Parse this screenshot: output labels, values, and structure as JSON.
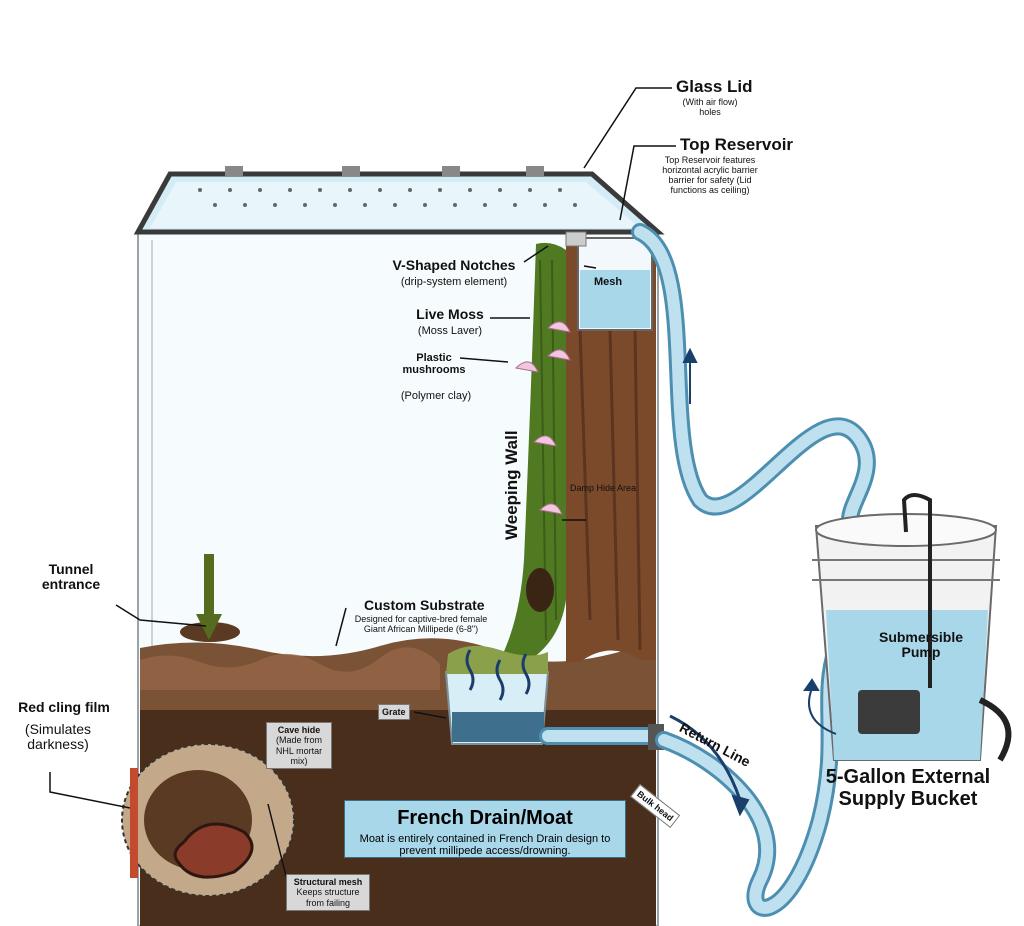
{
  "labels": {
    "glass_lid": "Glass Lid",
    "glass_lid_note": "(With air flow) holes",
    "top_reservoir": "Top Reservoir",
    "top_reservoir_note": "Top Reservoir features horizontal acrylic barrier barrier for safety (Lid functions as ceiling)",
    "v_notches": "V-Shaped Notches",
    "v_notches_note": "(drip-system element)",
    "mesh": "Mesh",
    "live_moss": "Live Moss",
    "live_moss_note": "(Moss Laver)",
    "plastic_mushrooms": "Plastic mushrooms",
    "plastic_mushrooms_note": "(Polymer clay)",
    "weeping_wall": "Weeping Wall",
    "damp_hide": "Damp Hide Area",
    "tunnel_entrance": "Tunnel entrance",
    "custom_substrate": "Custom Substrate",
    "custom_substrate_note": "Designed for captive-bred female Giant African Millipede (6-8\")",
    "grate": "Grate",
    "red_cling": "Red cling film",
    "red_cling_note": "(Simulates darkness)",
    "cave_hide": "Cave hide",
    "cave_hide_note": "(Made from NHL mortar mix)",
    "structural_mesh": "Structural mesh",
    "structural_mesh_note": "Keeps structure from failing",
    "french_drain": "French Drain/Moat",
    "french_drain_note": "Moat is entirely contained in French Drain design to prevent millipede access/drowning.",
    "return_line": "Return Line",
    "bulk_head": "Bulk head",
    "submersible_pump": "Submersible Pump",
    "bucket": "5-Gallon External Supply Bucket"
  },
  "colors": {
    "soil": "#4a2e1c",
    "topsoil": "#7a5236",
    "water": "#a9d7ea",
    "moss": "#4f7a22",
    "bark": "#7b4a2b",
    "frame": "#3a3a3a",
    "tube": "#bfe0ee"
  }
}
